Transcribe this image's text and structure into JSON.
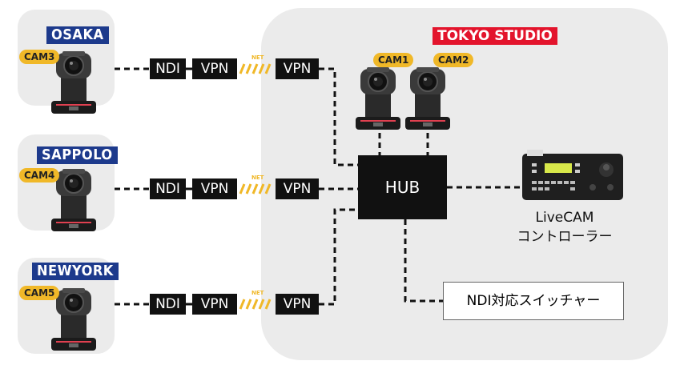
{
  "studio": {
    "label": "TOKYO STUDIO"
  },
  "sites": [
    {
      "city": "OSAKA",
      "cam": "CAM3"
    },
    {
      "city": "SAPPOLO",
      "cam": "CAM4"
    },
    {
      "city": "NEWYORK",
      "cam": "CAM5"
    }
  ],
  "studio_cams": [
    "CAM1",
    "CAM2"
  ],
  "chain": {
    "ndi": "NDI",
    "vpn": "VPN",
    "net": "NET"
  },
  "hub": "HUB",
  "controller": {
    "line1": "LiveCAM",
    "line2": "コントローラー"
  },
  "switcher": "NDI対応スイッチャー",
  "colors": {
    "city_bg": "#1d3a8c",
    "studio_bg": "#e3142c",
    "cam_tag": "#f0b828",
    "panel": "#ebebeb"
  }
}
